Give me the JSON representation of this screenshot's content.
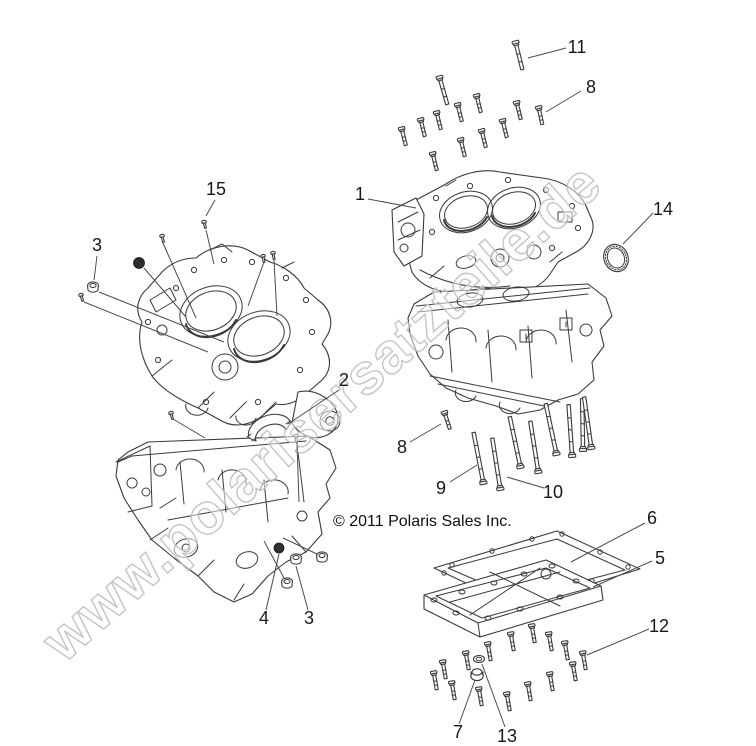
{
  "diagram": {
    "kind": "exploded-parts-diagram",
    "subject": "crankcase assembly",
    "copyright": "© 2011 Polaris Sales Inc.",
    "watermark": "www.polarisersatzteile.de",
    "colors": {
      "ink": "#3a3a3a",
      "watermark": "#bfbfbf",
      "background": "#ffffff"
    },
    "callouts": [
      {
        "label": "1"
      },
      {
        "label": "2"
      },
      {
        "label": "3"
      },
      {
        "label": "3"
      },
      {
        "label": "4"
      },
      {
        "label": "5"
      },
      {
        "label": "6"
      },
      {
        "label": "7"
      },
      {
        "label": "8"
      },
      {
        "label": "8"
      },
      {
        "label": "9"
      },
      {
        "label": "10"
      },
      {
        "label": "11"
      },
      {
        "label": "12"
      },
      {
        "label": "13"
      },
      {
        "label": "14"
      },
      {
        "label": "15"
      }
    ]
  }
}
